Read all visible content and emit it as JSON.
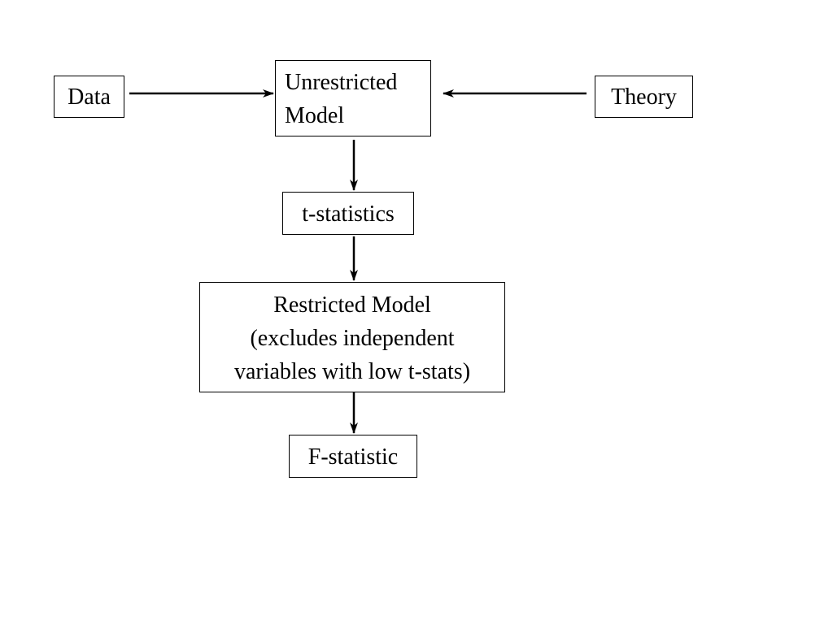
{
  "diagram": {
    "nodes": {
      "data": {
        "lines": [
          "Data"
        ]
      },
      "theory": {
        "lines": [
          "Theory"
        ]
      },
      "unrestricted": {
        "lines": [
          "Unrestricted",
          "Model"
        ]
      },
      "tstats": {
        "lines": [
          "t-statistics"
        ]
      },
      "restricted": {
        "lines": [
          "Restricted Model",
          "(excludes independent",
          "variables with low t-stats)"
        ]
      },
      "fstat": {
        "lines": [
          "F-statistic"
        ]
      }
    },
    "edges": [
      {
        "from": "data",
        "to": "unrestricted"
      },
      {
        "from": "theory",
        "to": "unrestricted"
      },
      {
        "from": "unrestricted",
        "to": "tstats"
      },
      {
        "from": "tstats",
        "to": "restricted"
      },
      {
        "from": "restricted",
        "to": "fstat"
      }
    ],
    "colors": {
      "stroke": "#000000",
      "background": "#ffffff"
    }
  }
}
